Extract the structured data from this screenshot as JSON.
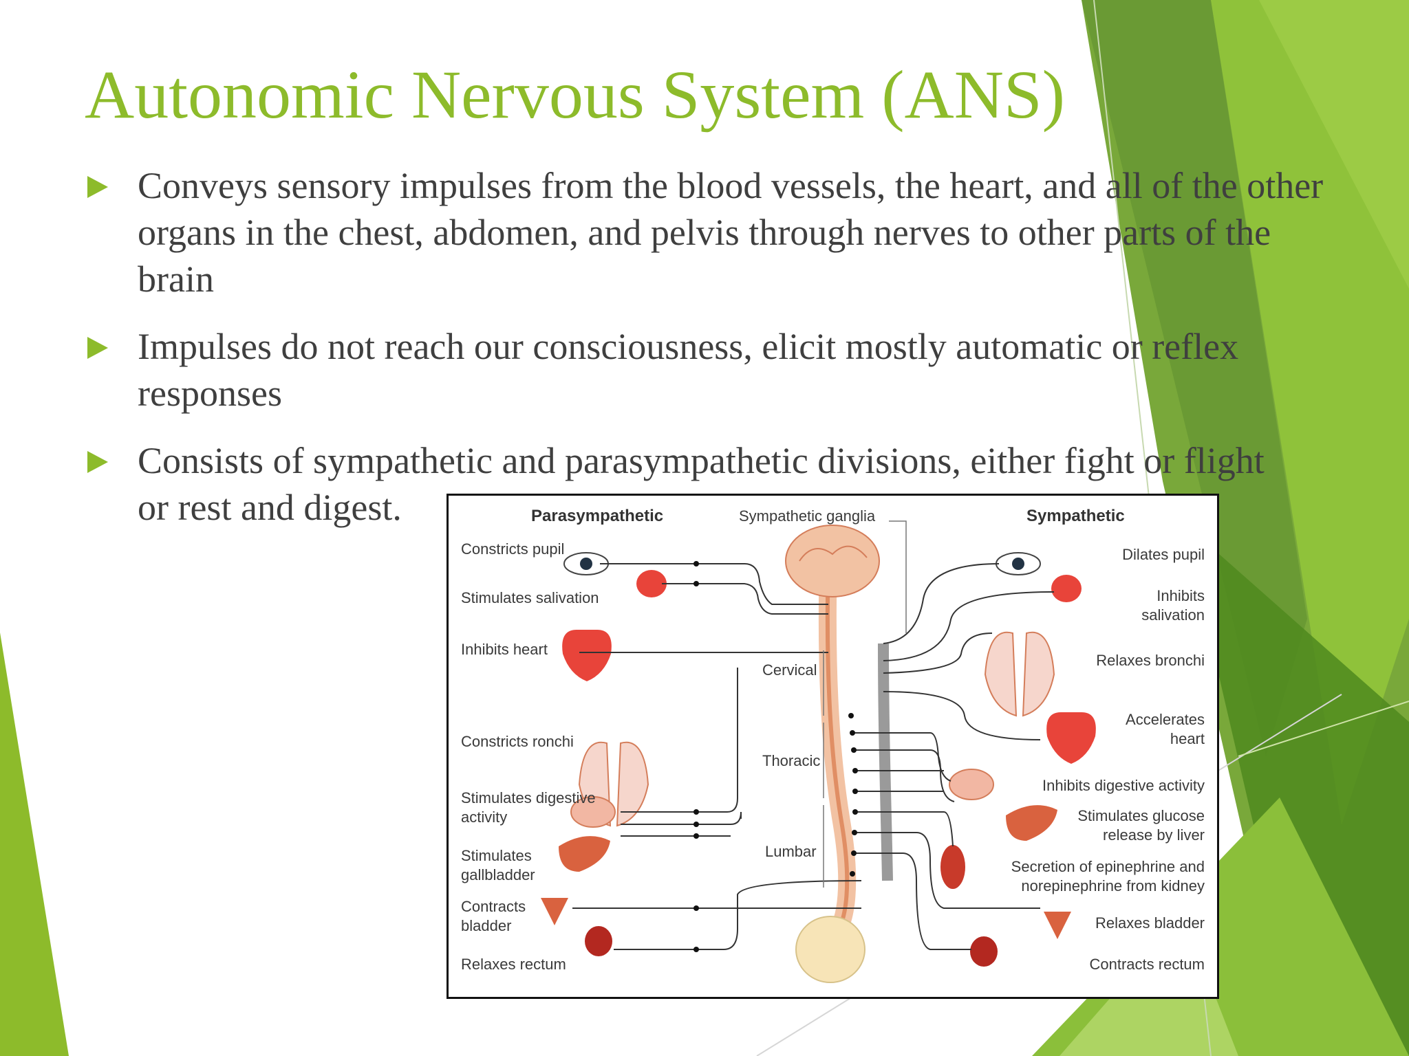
{
  "slide": {
    "title": "Autonomic Nervous System (ANS)",
    "bullets": [
      {
        "line": "Conveys sensory impulses from the blood vessels, the heart, and all of the other organs in the chest, abdomen, and pelvis through nerves to other parts of the brain"
      },
      {
        "line": "Impulses do not reach our consciousness, elicit mostly automatic or reflex responses"
      },
      {
        "line_a": "Consists of sympathetic and parasympathetic divisions, either fight or flight",
        "line_b": "or rest and digest."
      }
    ],
    "colors": {
      "accent": "#8dbb2b",
      "text": "#3f3f3f",
      "green_dark": "#4f8a1e",
      "green_mid": "#79a83a",
      "green_light": "#9ccb45"
    }
  },
  "diagram": {
    "headings": {
      "parasympathetic": "Parasympathetic",
      "ganglia": "Sympathetic ganglia",
      "sympathetic": "Sympathetic"
    },
    "spine_regions": {
      "cervical": "Cervical",
      "thoracic": "Thoracic",
      "lumbar": "Lumbar"
    },
    "parasympathetic_labels": {
      "pupil": "Constricts pupil",
      "salivation": "Stimulates salivation",
      "heart": "Inhibits heart",
      "bronchi": "Constricts  ronchi",
      "digestive_a": "Stimulates digestive",
      "digestive_b": "activity",
      "gallbladder_a": "Stimulates",
      "gallbladder_b": "gallbladder",
      "bladder_a": "Contracts",
      "bladder_b": "bladder",
      "rectum": "Relaxes rectum"
    },
    "sympathetic_labels": {
      "pupil": "Dilates pupil",
      "salivation_a": "Inhibits",
      "salivation_b": "salivation",
      "bronchi": "Relaxes bronchi",
      "heart_a": "Accelerates",
      "heart_b": "heart",
      "digestive": "Inhibits digestive activity",
      "glucose_a": "Stimulates glucose",
      "glucose_b": "release by liver",
      "epinephrine_a": "Secretion of epinephrine and",
      "epinephrine_b": "norepinephrine from kidney",
      "bladder": "Relaxes bladder",
      "rectum": "Contracts rectum"
    },
    "organ_icons": [
      "eye-icon",
      "salivary-gland-icon",
      "heart-icon",
      "lungs-icon",
      "stomach-icon",
      "liver-icon",
      "kidney-icon",
      "bladder-icon",
      "rectum-icon",
      "brain-icon",
      "spinal-cord-icon"
    ]
  }
}
